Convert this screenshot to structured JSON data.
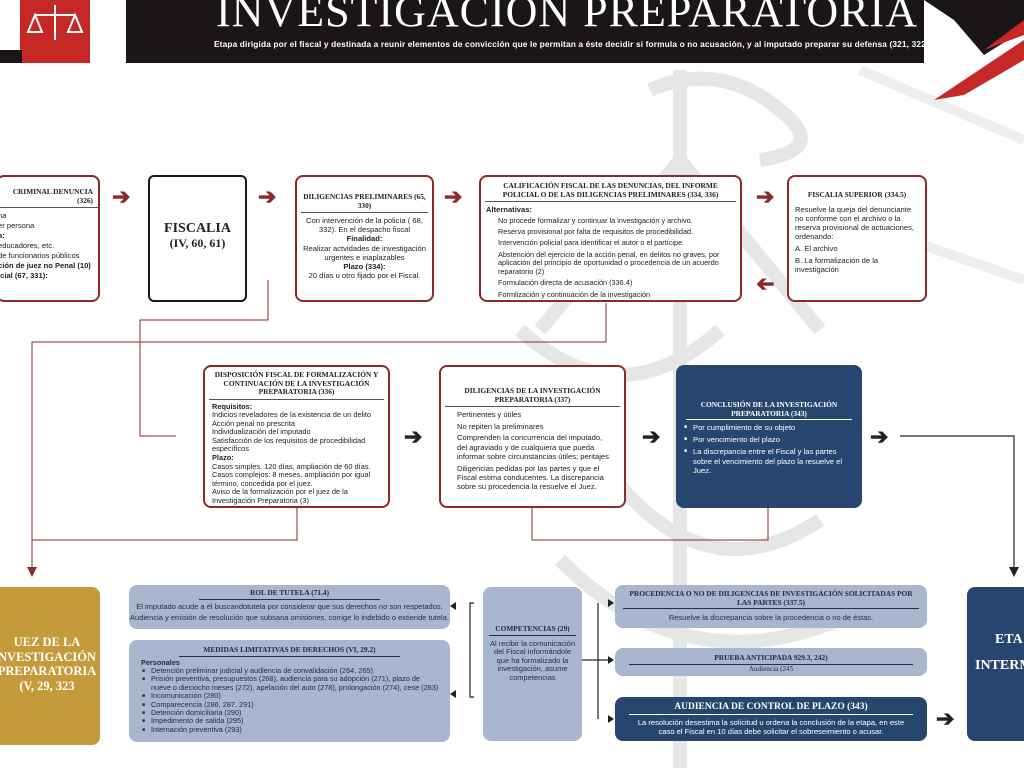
{
  "header": {
    "title": "INVESTIGACIÓN PREPARATORIA",
    "subtitle": "Etapa dirigida por el fiscal y destinada a reunir elementos de convicción que le permitan a éste decidir si formula  o no acusación, y al imputado preparar su defensa (321, 322)"
  },
  "row1": {
    "denuncia": {
      "title": "CRIMINAL DENUNCIA (326)",
      "lines": [
        "na",
        "er persona",
        "a:",
        "educadores, etc.",
        "de funcionarios públicos",
        "ción de juez no Penal (10)",
        "icial (67, 331):"
      ]
    },
    "fiscalia": {
      "title": "FISCALIA",
      "ref": "(IV, 60, 61)"
    },
    "preliminares": {
      "title": "DILIGENCIAS PRELIMINARES (65, 330)",
      "text1": "Con intervención de la policía ( 68, 332). En el despacho fiscal",
      "finalidad_label": "Finalidad:",
      "finalidad": "Realizar actvidades de investigación urgentes e inaplazables",
      "plazo_label": "Plazo (334):",
      "plazo": "20 días u otro fijado por el Fiscal."
    },
    "calificacion": {
      "title": "CALIFICACIÓN FISCAL DE LAS DENUNCIAS, DEL INFORME POLICIAL O DE LAS DILIGENCIAS PRELIMINARES (334, 336)",
      "alt_label": "Alternativas:",
      "items": [
        "No procede formalizar y continuar la investigación y archivo.",
        "Reserva provisional por falta de requisitos de procedibilidad.",
        "Intervención policial para identificar el autor o el partícipe.",
        "Abstención del ejercicio de la acción penal, en delitos no graves, por aplicación del principio de oportunidad o procedencia de un  acuerdo reparatorio (2)",
        "Formulación directa de acusación (336.4)",
        "Formlización y continuación de la investigación"
      ]
    },
    "superior": {
      "title": "FISCALIA SUPERIOR (334.5)",
      "text": "Resuelve la queja del denunciante no conforme con el archivo o la reserva provisional de actuaciones, ordenando:",
      "a": "A. El archivo",
      "b": "B. La formalización de la investigación"
    }
  },
  "row2": {
    "disposicion": {
      "title": "DISPOSICIÓN FISCAL DE FORMALIZACIÓN Y CONTINUACIÓN DE LA INVESTIGACIÓN PREPARATORIA (336)",
      "req_label": "Requisitos:",
      "req": [
        "Indicios reveladores de la existencia de un delito",
        "Acción penal no prescrita",
        "Individualización del imputado",
        "Satisfacción de los requisitos de procedibilidad específicos"
      ],
      "plazo_label": "Plazo:",
      "plazo": [
        "Casos simples. 120 días, ampliación de 60 días.",
        "Casos complejos: 8 meses, ampliación por igual término, concedida por el juez.",
        "Aviso de la formalización por el juez de la Investigación Preparatoria (3)"
      ]
    },
    "diligencias": {
      "title": "DILIGENCIAS DE LA INVESTIGACIÓN PREPARATORIA (337)",
      "items": [
        "Pertinentes y útiles",
        "No repiten la preliminares",
        "Comprenden la concurrencia del imputado, del agraviado y de cualquiera que pueda informar sobre circunstancias útiles; peritajes",
        "Diligencias pedidas por las partes y que el Fiscal estima conducentes. La discrepancia sobre su procedencia la resuelve el Juez."
      ]
    },
    "conclusion": {
      "title": "CONCLUSIÓN DE LA INVESTIGACIÓN PREPARATORIA (343)",
      "items": [
        "Por cumplimiento de su objeto",
        "Por vencimiento del plazo",
        "La discrepancia entre el Fiscal y las partes sobre el vencimiento del plazo la resuelve el Juez."
      ]
    }
  },
  "row3": {
    "juez": {
      "l1": "UEZ DE LA",
      "l2": "NVESTIGACIÓN",
      "l3": "PREPARATORIA",
      "l4": "(V, 29, 323"
    },
    "tutela": {
      "title": "ROL DE TUTELA (71.4)",
      "t1": "El imputado acude a él buscandotutela por considerar que sus derechos no son respetados.",
      "t2": "Audiencia y emisión de resolución que subsana omisiones, corrige lo indebido o extiende tutela."
    },
    "medidas": {
      "title": "MEDIDAS LIMITATIVAS DE DERECHOS (VI, 29.2)",
      "personales_label": "Personales",
      "items": [
        "Detención preliminar judicial y audiencia de convalidación (264, 265)",
        "Prisión preventiva, presupuestos (268), audiencia para su adopción (271), plazo de nueve o dieciocho meses (272), apelación del auto (278), prolongación (274), cese (283)",
        "Incomunicación (280)",
        "Comparecencia (286, 287, 291)",
        "Detención domiciliaria (290)",
        "Impedimento de salida (295)",
        "Internación preventiva (293)"
      ]
    },
    "competencias": {
      "title": "COMPETENCIAS (29)",
      "text": "Al recibir la comunicación del Fiscal informándole que ha formalizado la investigación, asume competencias"
    },
    "procedencia": {
      "title": "PROCEDENCIA O NO DE DILIGENCIAS DE INVESTIGACIÓN SOLICITADAS POR LAS PARTES (337.5)",
      "text": "Resuelve la discrepancia sobre la procedencia o no de éstas."
    },
    "prueba": {
      "title": "PRUEBA ANTICIPADA 929.3, 242)",
      "text": "Audiencia (245"
    },
    "audiencia": {
      "title": "AUDIENCIA DE CONTROL DE PLAZO (343)",
      "text": "La resolución desestima la solicitud u ordena la conclusión de la etapa, en este caso el Fiscal en 10 días debe solicitar el sobreseimiento o acusar."
    },
    "etapa": {
      "l1": "ETA",
      "l2": "INTERM"
    }
  },
  "colors": {
    "dark_red": "#8b2a2a",
    "navy": "#27466f",
    "light_blue": "#a9b6cf",
    "gold": "#c49a3a",
    "header_bg": "#1a1617"
  }
}
